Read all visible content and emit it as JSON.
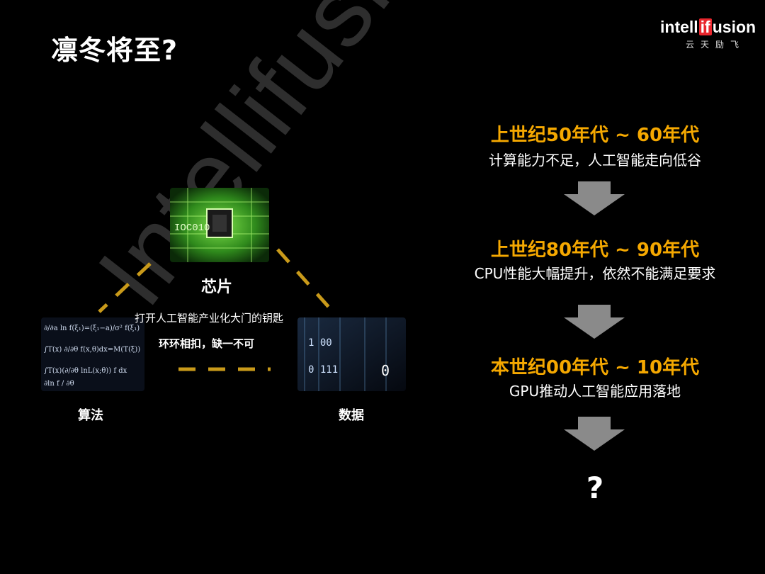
{
  "title": "凛冬将至?",
  "logo": {
    "word_before": "intell",
    "word_highlight": "if",
    "word_after": "usion",
    "subtitle": "云天励飞"
  },
  "watermark": "Intellifusion",
  "left_diagram": {
    "chip_label": "芯片",
    "algorithm_label": "算法",
    "data_label": "数据",
    "key_text": "打开人工智能产业化大门的钥匙",
    "link_text": "环环相扣，缺一不可"
  },
  "timeline": {
    "stages": [
      {
        "era": "上世纪50年代 ~ 60年代",
        "desc": "计算能力不足，人工智能走向低谷"
      },
      {
        "era": "上世纪80年代 ~ 90年代",
        "desc": "CPU性能大幅提升，依然不能满足要求"
      },
      {
        "era": "本世纪00年代 ~ 10年代",
        "desc": "GPU推动人工智能应用落地"
      }
    ],
    "final": "?"
  },
  "colors": {
    "background": "#000000",
    "accent_orange": "#f5a800",
    "dash_gold": "#c99a1a",
    "logo_red": "#e8262d",
    "arrow_gray": "#8a8a8a"
  }
}
